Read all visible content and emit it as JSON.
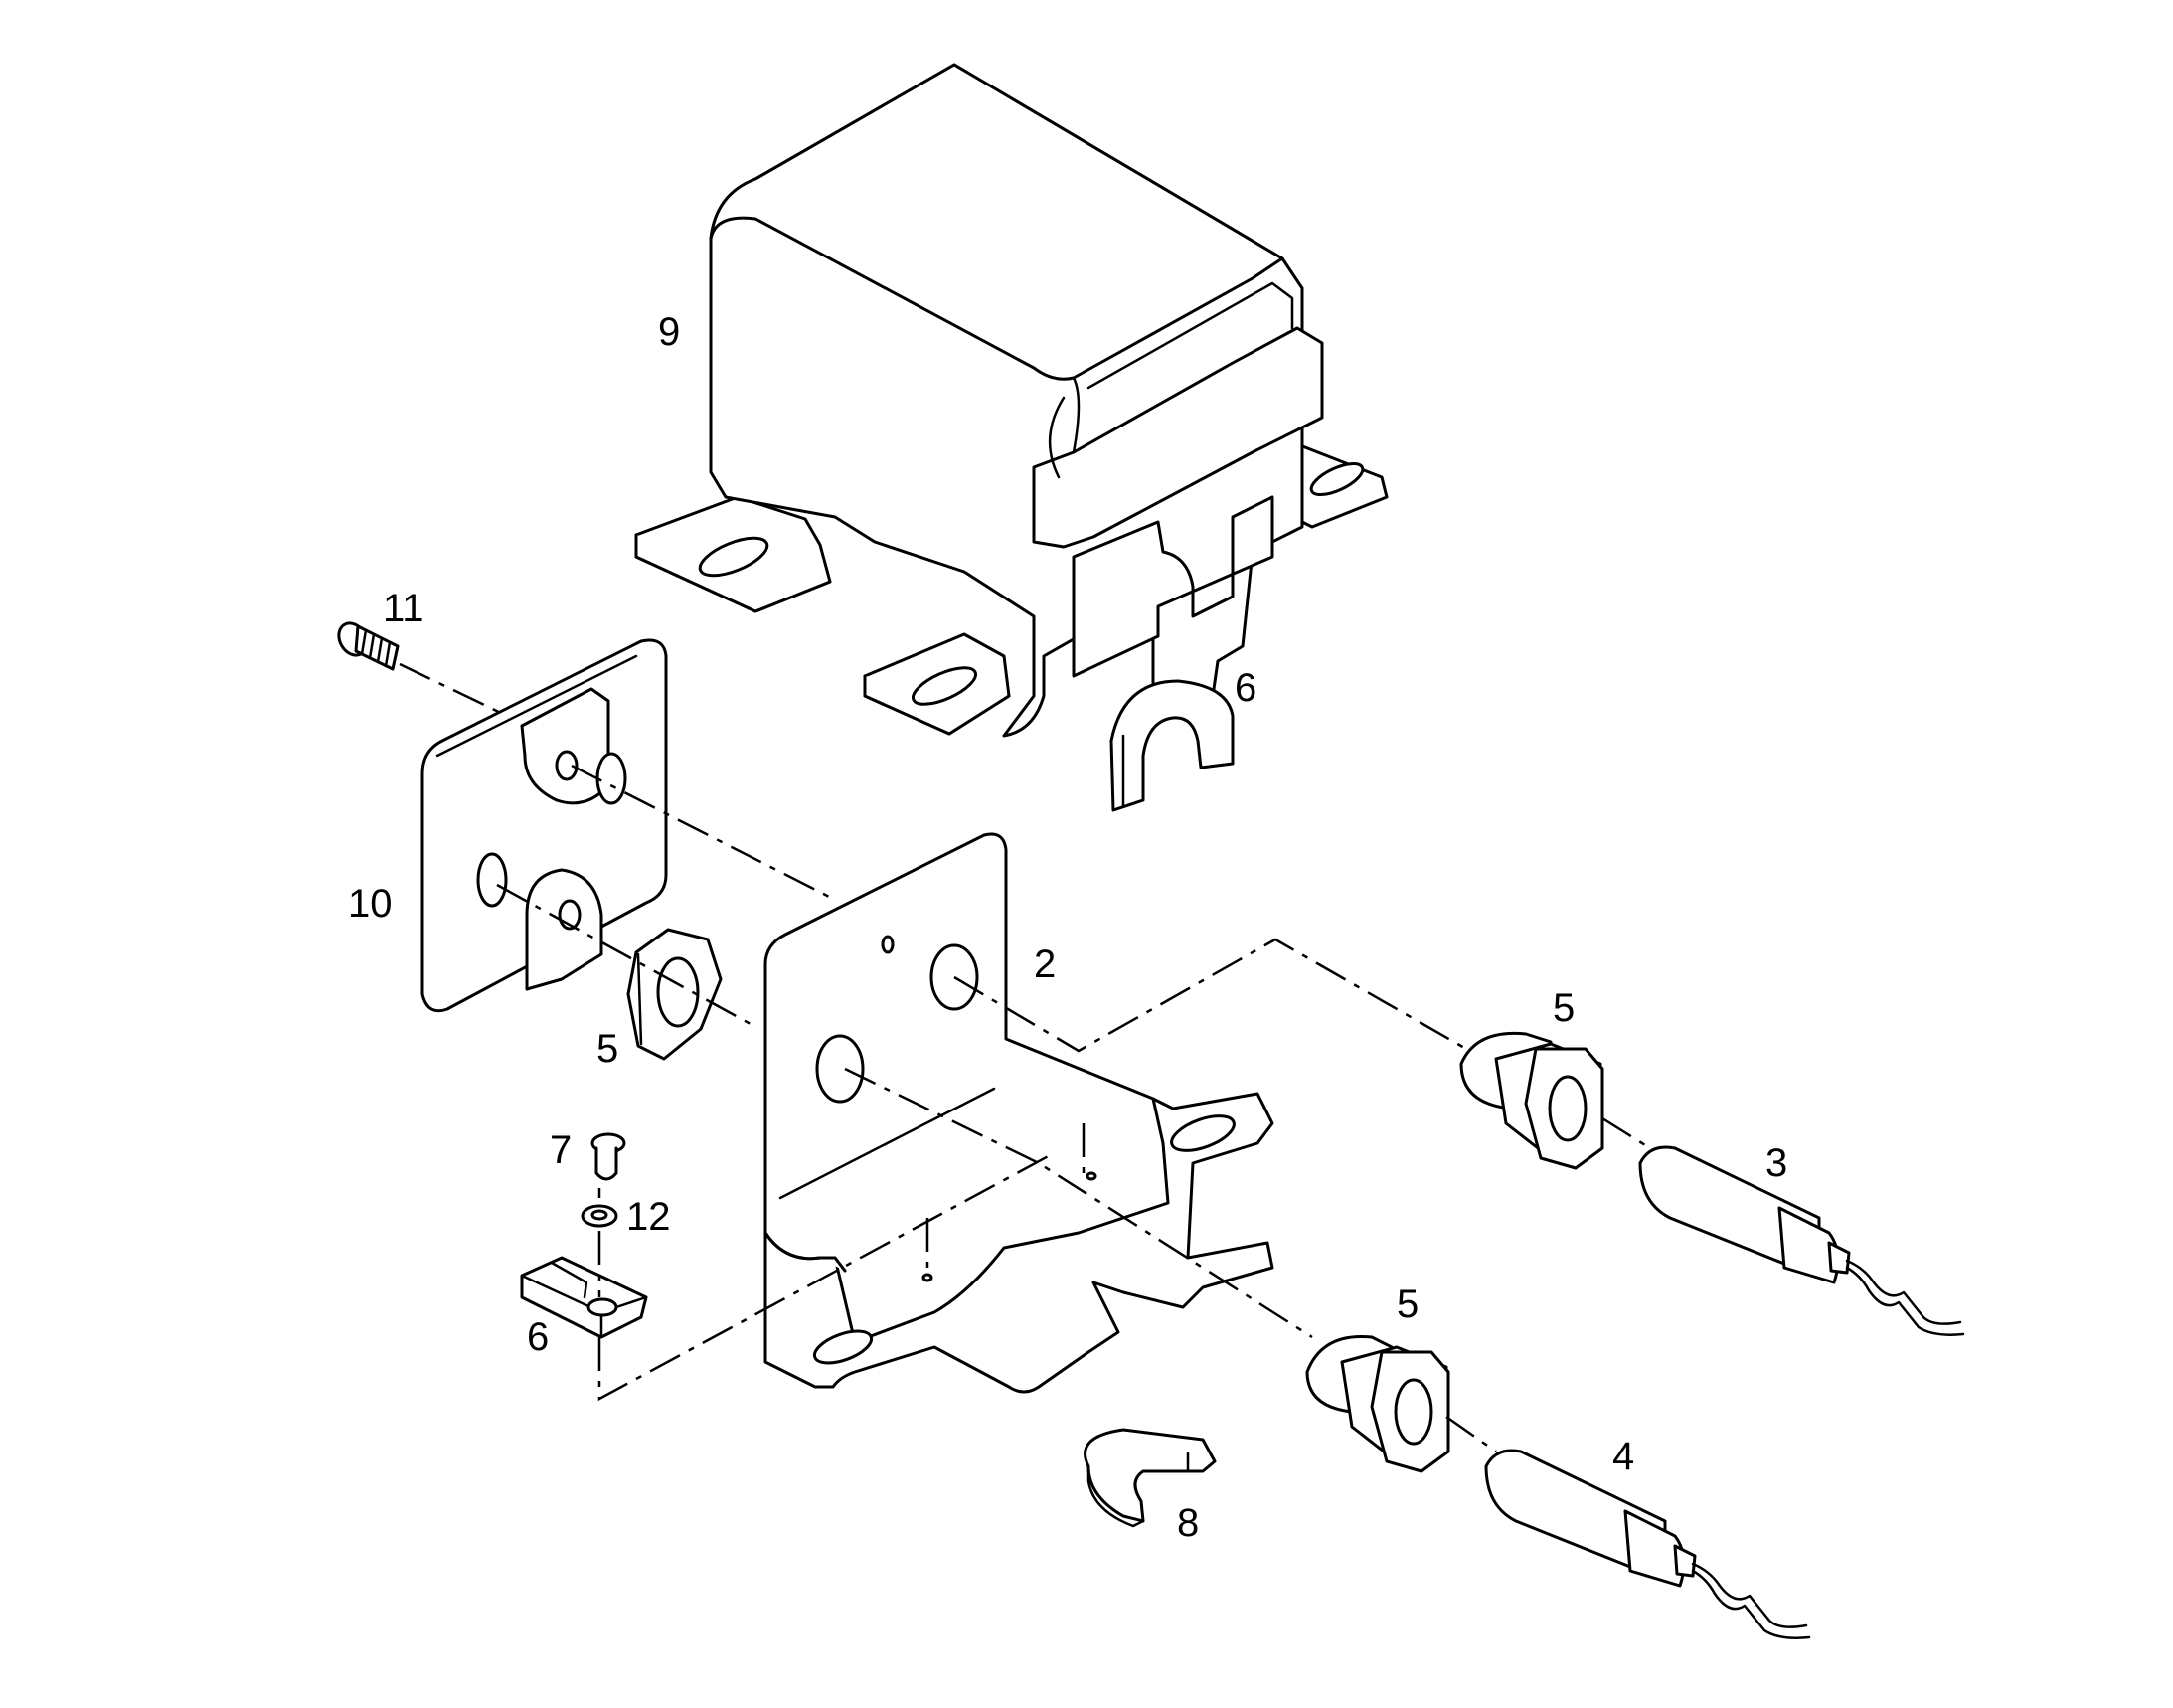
{
  "callouts": {
    "c9": "9",
    "c11": "11",
    "c6_top": "6",
    "c10": "10",
    "c2": "2",
    "c5_nut": "5",
    "c5_upper": "5",
    "c3": "3",
    "c7": "7",
    "c12": "12",
    "c6_clip": "6",
    "c5_lower": "5",
    "c4": "4",
    "c8": "8"
  }
}
